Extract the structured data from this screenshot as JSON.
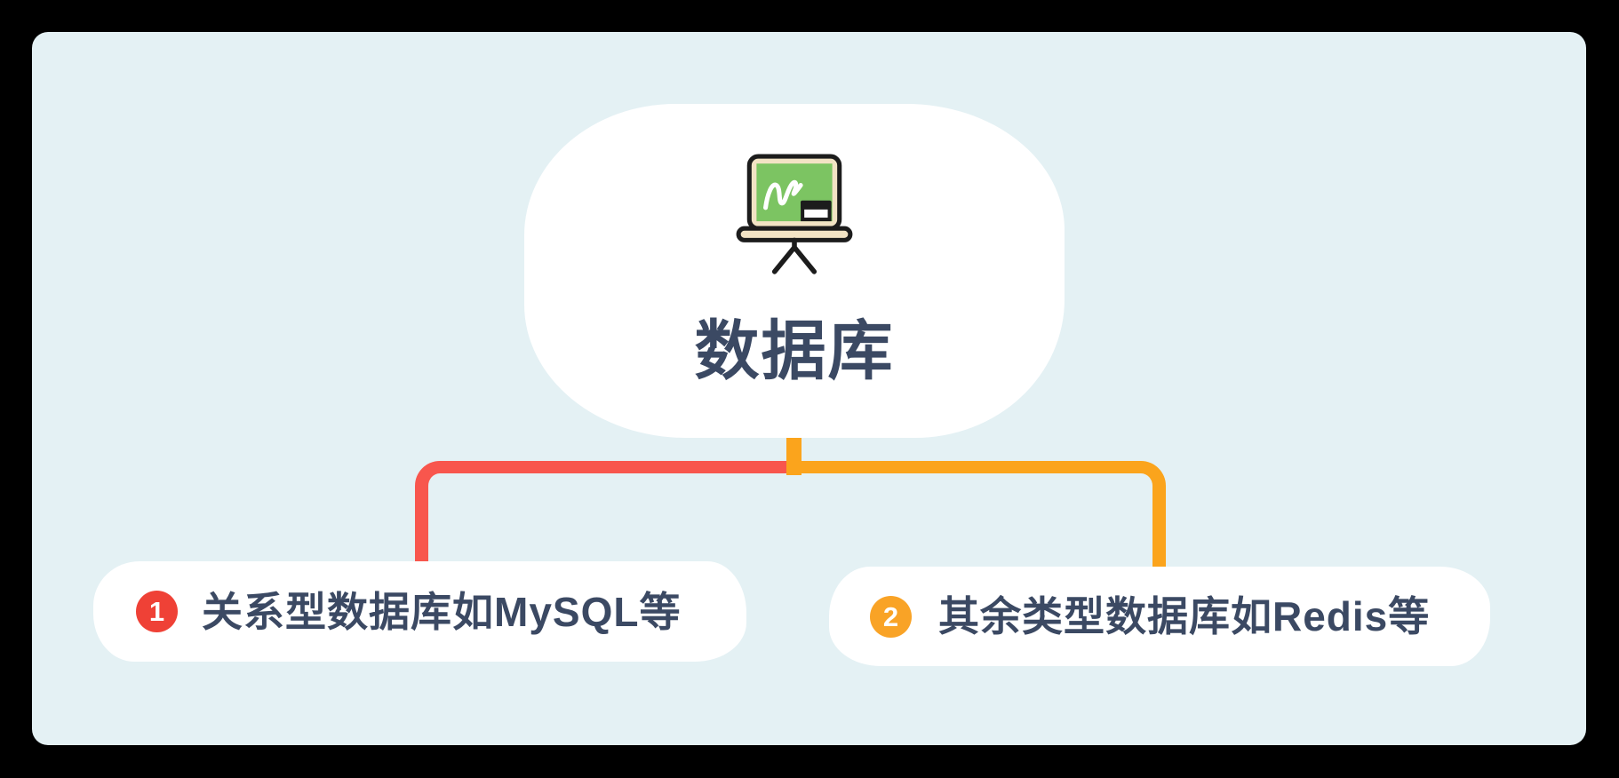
{
  "root": {
    "title": "数据库",
    "icon": "blackboard-icon"
  },
  "branches": [
    {
      "index": "1",
      "label": "关系型数据库如MySQL等",
      "badge_color": "#EF4136",
      "line_color": "#F8564D"
    },
    {
      "index": "2",
      "label": "其余类型数据库如Redis等",
      "badge_color": "#F9A326",
      "line_color": "#FBA41C"
    }
  ],
  "colors": {
    "outer_bg": "#000000",
    "panel_bg": "#E4F1F4",
    "node_bg": "#FFFFFF",
    "text": "#3B4963",
    "board_green": "#7CC462",
    "board_frame": "#F2E3C4",
    "chalk": "#FFFFFF",
    "eraser_white": "#FFFFFF",
    "icon_outline": "#1C1C1C"
  }
}
